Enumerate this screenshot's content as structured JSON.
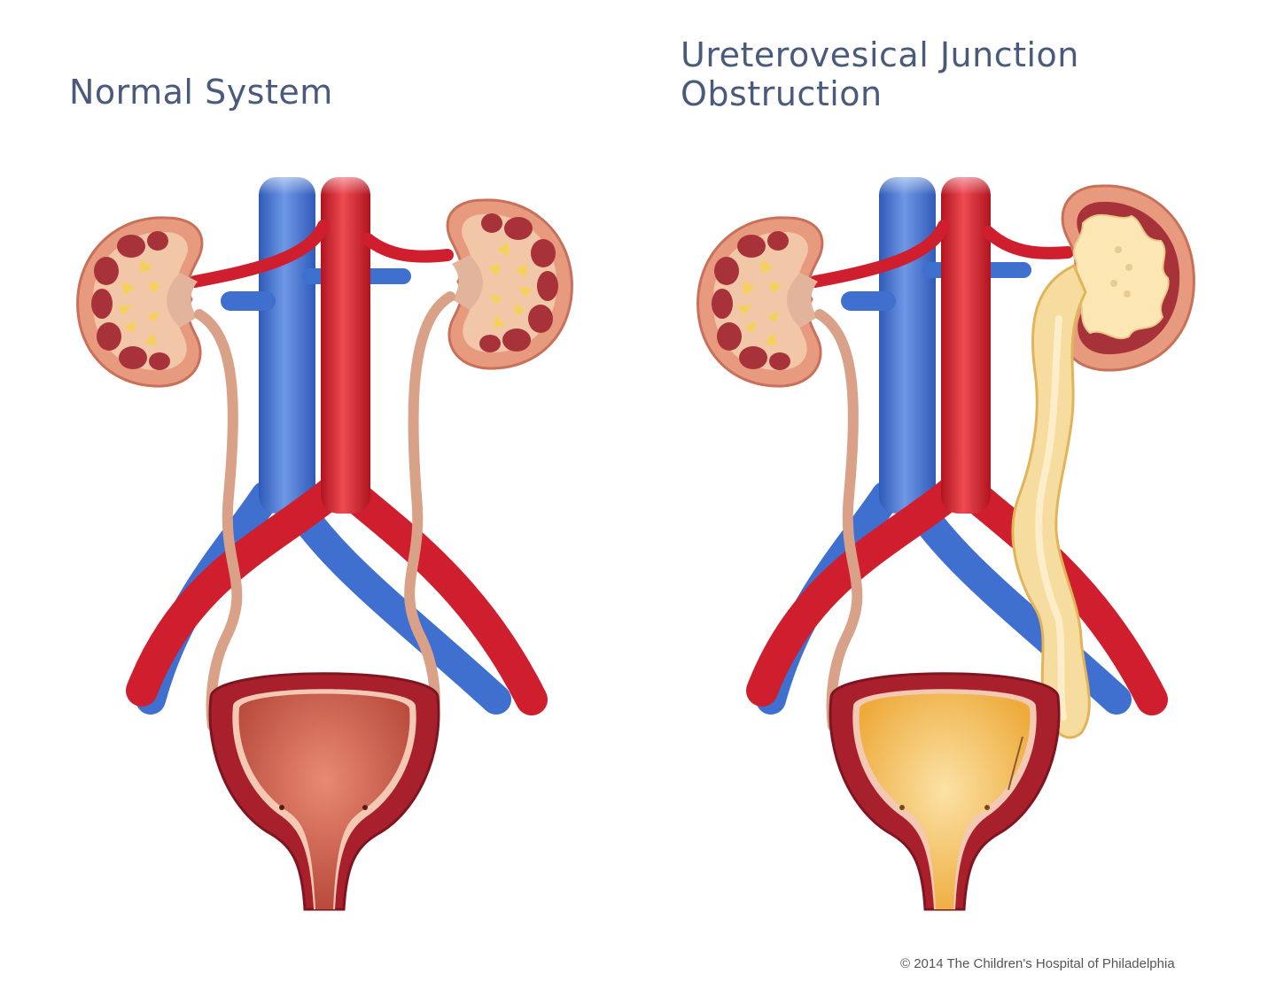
{
  "panels": {
    "left": {
      "title": "Normal System"
    },
    "right": {
      "title_line1": "Ureterovesical Junction",
      "title_line2": "Obstruction"
    }
  },
  "footer": {
    "copyright": "© 2014 The Children's Hospital of Philadelphia"
  },
  "colors": {
    "title": "#4a5a7c",
    "artery": "#cf1f2e",
    "vein": "#3f6fcf",
    "kidney_cortex": "#e89a7e",
    "kidney_pyramid": "#a8323a",
    "ureter": "#d9a188",
    "bladder_wall": "#a8202c",
    "bladder_lining": "#d86a55",
    "urine": "#f4c66a"
  },
  "icons": []
}
